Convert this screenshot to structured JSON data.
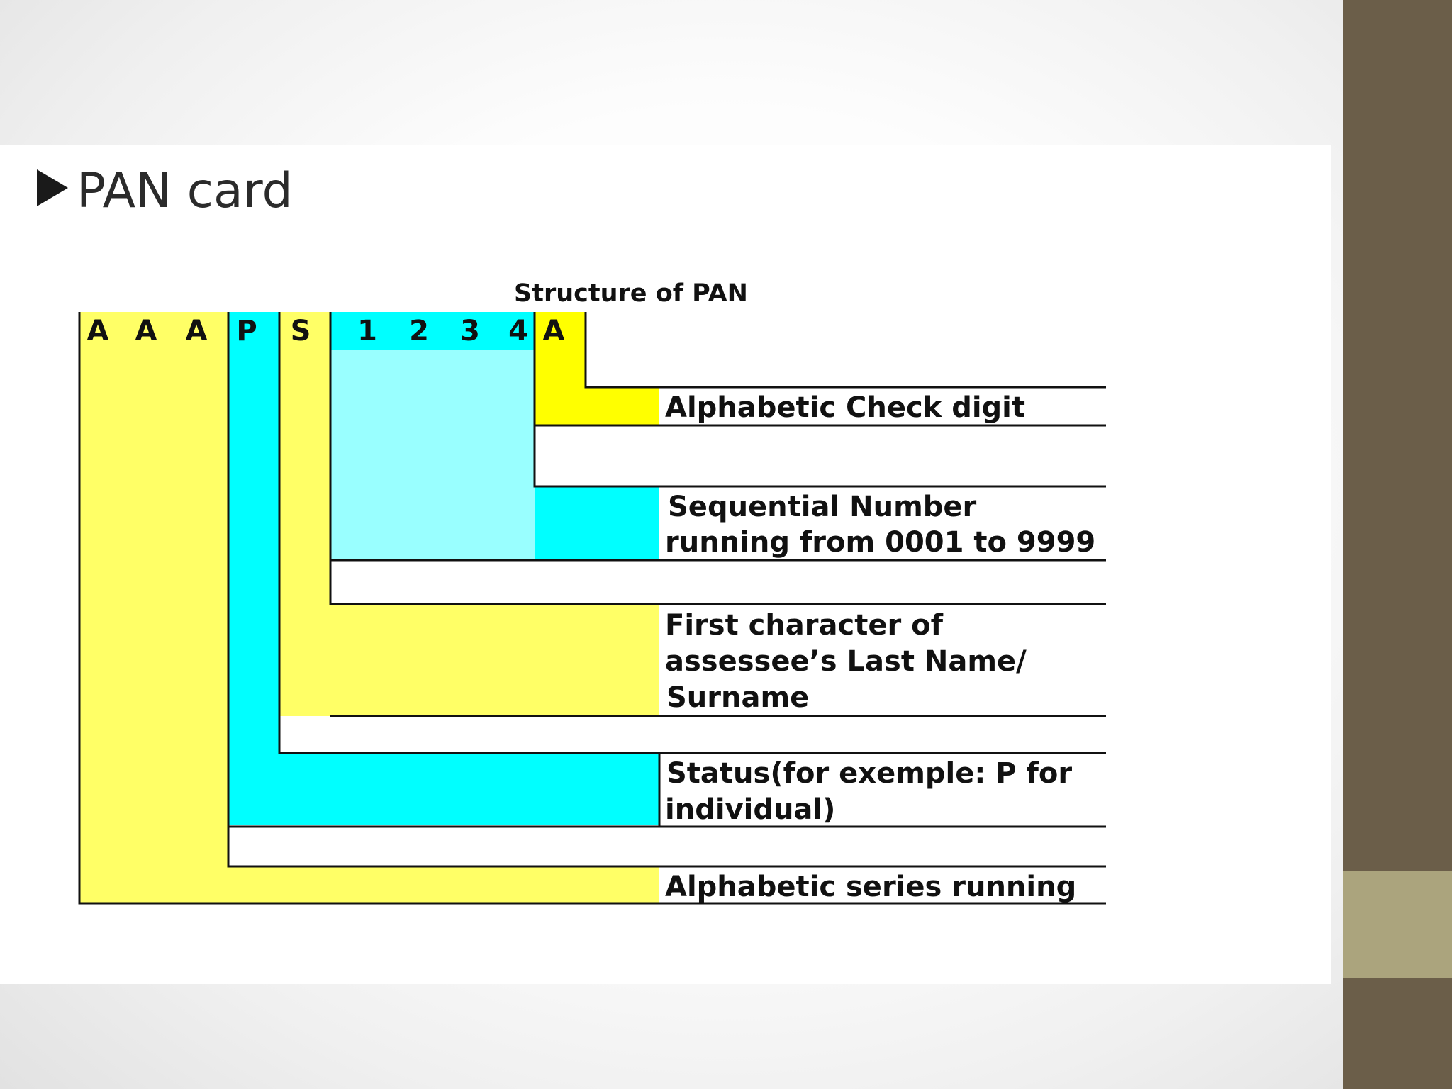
{
  "slide": {
    "title": "PAN card"
  },
  "diagram": {
    "heading": "Structure of PAN",
    "chars": [
      "A",
      "A",
      "A",
      "P",
      "S",
      "1",
      "2",
      "3",
      "4",
      "A"
    ],
    "labels": {
      "check_digit": "Alphabetic Check digit",
      "sequential": [
        "Sequential Number",
        "running from 0001 to 9999"
      ],
      "first_char": [
        "First character of",
        "assessee’s Last Name/",
        "Surname"
      ],
      "status": [
        "Status(for exemple: P for",
        "individual)"
      ],
      "series": "Alphabetic series running"
    },
    "colors": {
      "yellow": "#ffff66",
      "bright_yellow": "#ffff00",
      "cyan": "#00ffff",
      "light_cyan": "#99ffff",
      "side_dark": "#6b5e49",
      "side_light": "#aba47d"
    }
  }
}
